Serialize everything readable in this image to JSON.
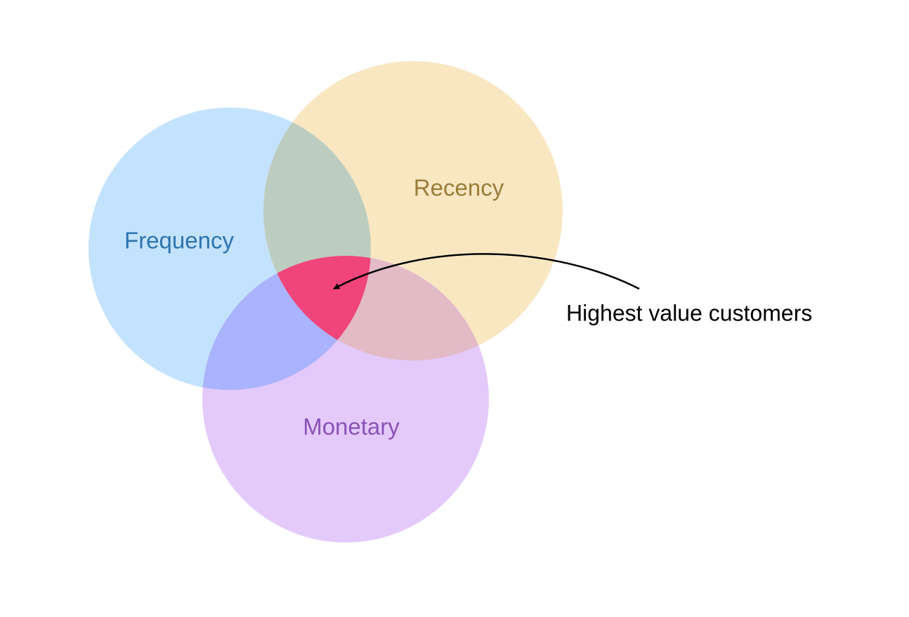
{
  "sets": [
    {
      "id": "frequency",
      "label": "Frequency",
      "fill": "#c3e2fd",
      "label_color": "#2e74b0"
    },
    {
      "id": "recency",
      "label": "Recency",
      "fill": "#f9e7c2",
      "label_color": "#9b7c3a"
    },
    {
      "id": "monetary",
      "label": "Monetary",
      "fill": "#e4cafb",
      "label_color": "#8a52b8"
    }
  ],
  "overlaps": {
    "frequency_recency": "#bccdc0",
    "frequency_monetary": "#aab3fd",
    "recency_monetary": "#e2bbc7",
    "all_three": "#f0457c"
  },
  "annotation": {
    "label": "Highest value customers",
    "color": "#000000"
  }
}
